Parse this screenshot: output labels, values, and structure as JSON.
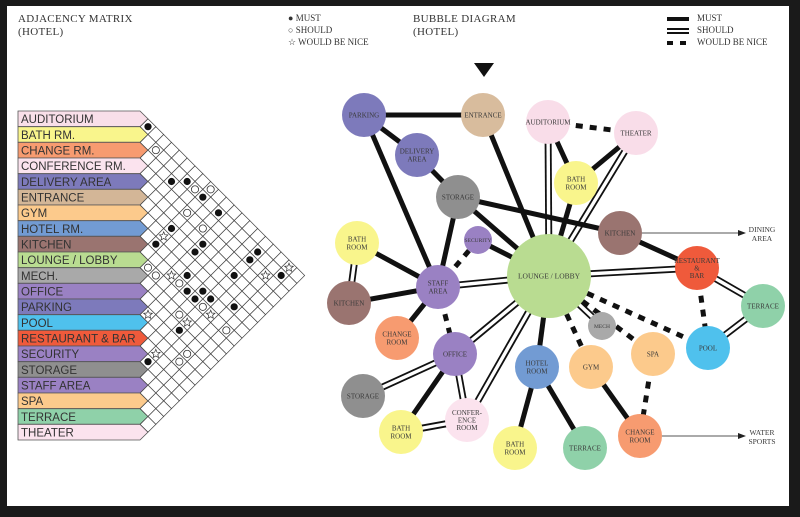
{
  "matrix_header": {
    "title": "ADJACENCY MATRIX",
    "subtitle": "(HOTEL)"
  },
  "matrix_legend": [
    {
      "symbol": "filled-circle",
      "label": "MUST"
    },
    {
      "symbol": "open-circle",
      "label": "SHOULD"
    },
    {
      "symbol": "star",
      "label": "WOULD BE NICE"
    }
  ],
  "bubble_header": {
    "title": "BUBBLE DIAGRAM",
    "subtitle": "(HOTEL)"
  },
  "bubble_legend": [
    {
      "symbol": "thick-line",
      "label": "MUST"
    },
    {
      "symbol": "double-line",
      "label": "SHOULD"
    },
    {
      "symbol": "dashed-line",
      "label": "WOULD BE NICE"
    }
  ],
  "matrix": {
    "rows": [
      {
        "label": "AUDITORIUM",
        "color": "#f9dfe9"
      },
      {
        "label": "BATH RM.",
        "color": "#f9f58c"
      },
      {
        "label": "CHANGE RM.",
        "color": "#f79b70"
      },
      {
        "label": "CONFERENCE RM.",
        "color": "#fbe3ee"
      },
      {
        "label": "DELIVERY AREA",
        "color": "#7d7abb"
      },
      {
        "label": "ENTRANCE",
        "color": "#d3b697"
      },
      {
        "label": "GYM",
        "color": "#fcca8c"
      },
      {
        "label": "HOTEL RM.",
        "color": "#729bd3"
      },
      {
        "label": "KITCHEN",
        "color": "#9a7470"
      },
      {
        "label": "LOUNGE / LOBBY",
        "color": "#b9dc91"
      },
      {
        "label": "MECH.",
        "color": "#a9a9a9"
      },
      {
        "label": "OFFICE",
        "color": "#9a81c3"
      },
      {
        "label": "PARKING",
        "color": "#7d7abb"
      },
      {
        "label": "POOL",
        "color": "#4fc1ed"
      },
      {
        "label": "RESTAURANT & BAR",
        "color": "#ef5a3b"
      },
      {
        "label": "SECURITY",
        "color": "#9a81c3"
      },
      {
        "label": "STORAGE",
        "color": "#8f8f8f"
      },
      {
        "label": "STAFF AREA",
        "color": "#9a81c3"
      },
      {
        "label": "SPA",
        "color": "#fcca8c"
      },
      {
        "label": "TERRACE",
        "color": "#8fd1a9"
      },
      {
        "label": "THEATER",
        "color": "#fbe3ee"
      }
    ],
    "marks": [
      {
        "a": 0,
        "b": 1,
        "type": "must"
      },
      {
        "a": 1,
        "b": 3,
        "type": "should"
      },
      {
        "a": 2,
        "b": 6,
        "type": "must"
      },
      {
        "a": 1,
        "b": 7,
        "type": "must"
      },
      {
        "a": 1,
        "b": 8,
        "type": "should"
      },
      {
        "a": 0,
        "b": 9,
        "type": "should"
      },
      {
        "a": 1,
        "b": 9,
        "type": "must"
      },
      {
        "a": 3,
        "b": 9,
        "type": "should"
      },
      {
        "a": 1,
        "b": 11,
        "type": "must"
      },
      {
        "a": 5,
        "b": 9,
        "type": "must"
      },
      {
        "a": 3,
        "b": 11,
        "type": "should"
      },
      {
        "a": 6,
        "b": 9,
        "type": "nice"
      },
      {
        "a": 7,
        "b": 9,
        "type": "must"
      },
      {
        "a": 4,
        "b": 12,
        "type": "must"
      },
      {
        "a": 5,
        "b": 12,
        "type": "must"
      },
      {
        "a": 1,
        "b": 16,
        "type": "must"
      },
      {
        "a": 2,
        "b": 16,
        "type": "must"
      },
      {
        "a": 9,
        "b": 10,
        "type": "should"
      },
      {
        "a": 9,
        "b": 11,
        "type": "should"
      },
      {
        "a": 4,
        "b": 16,
        "type": "must"
      },
      {
        "a": 2,
        "b": 18,
        "type": "nice"
      },
      {
        "a": 0,
        "b": 19,
        "type": "nice"
      },
      {
        "a": 1,
        "b": 19,
        "type": "must"
      },
      {
        "a": 8,
        "b": 12,
        "type": "nice"
      },
      {
        "a": 7,
        "b": 13,
        "type": "must"
      },
      {
        "a": 8,
        "b": 13,
        "type": "should"
      },
      {
        "a": 8,
        "b": 14,
        "type": "must"
      },
      {
        "a": 7,
        "b": 15,
        "type": "must"
      },
      {
        "a": 8,
        "b": 15,
        "type": "must"
      },
      {
        "a": 7,
        "b": 16,
        "type": "must"
      },
      {
        "a": 6,
        "b": 18,
        "type": "must"
      },
      {
        "a": 8,
        "b": 16,
        "type": "should"
      },
      {
        "a": 12,
        "b": 13,
        "type": "nice"
      },
      {
        "a": 10,
        "b": 15,
        "type": "should"
      },
      {
        "a": 8,
        "b": 17,
        "type": "nice"
      },
      {
        "a": 10,
        "b": 16,
        "type": "nice"
      },
      {
        "a": 11,
        "b": 16,
        "type": "must"
      },
      {
        "a": 8,
        "b": 19,
        "type": "should"
      },
      {
        "a": 14,
        "b": 16,
        "type": "nice"
      },
      {
        "a": 12,
        "b": 18,
        "type": "should"
      },
      {
        "a": 15,
        "b": 16,
        "type": "must"
      },
      {
        "a": 13,
        "b": 18,
        "type": "should"
      }
    ]
  },
  "bubble": {
    "entry_marker": "entrance-arrow",
    "nodes": [
      {
        "id": "parking",
        "label": "PARKING",
        "color": "#7d7abb"
      },
      {
        "id": "entrance",
        "label": "ENTRANCE",
        "color": "#d8bc9d"
      },
      {
        "id": "auditorium",
        "label": "AUDITORIUM",
        "color": "#f9dde9"
      },
      {
        "id": "theater",
        "label": "THEATER",
        "color": "#f9dde9"
      },
      {
        "id": "delivery",
        "label": "DELIVERY\nAREA",
        "color": "#7d7abb"
      },
      {
        "id": "bath_top",
        "label": "BATH\nROOM",
        "color": "#f9f58c"
      },
      {
        "id": "storage_top",
        "label": "STORAGE",
        "color": "#8f8f8f"
      },
      {
        "id": "kitchen_right",
        "label": "KITCHEN",
        "color": "#9a7470"
      },
      {
        "id": "security",
        "label": "SECURITY",
        "color": "#9a81c3"
      },
      {
        "id": "lounge",
        "label": "LOUNGE / LOBBY",
        "color": "#b9dc91"
      },
      {
        "id": "bath_left",
        "label": "BATH\nROOM",
        "color": "#f9f58c"
      },
      {
        "id": "staff",
        "label": "STAFF\nAREA",
        "color": "#9a81c3"
      },
      {
        "id": "kitchen_left",
        "label": "KITCHEN",
        "color": "#9a7470"
      },
      {
        "id": "restaurant",
        "label": "RESTAURANT\n&\nBAR",
        "color": "#ef5a3b"
      },
      {
        "id": "terrace_right",
        "label": "TERRACE",
        "color": "#8fd1a9"
      },
      {
        "id": "change_left",
        "label": "CHANGE\nROOM",
        "color": "#f79b70"
      },
      {
        "id": "mech",
        "label": "MECH",
        "color": "#a9a9a9"
      },
      {
        "id": "office",
        "label": "OFFICE",
        "color": "#9a81c3"
      },
      {
        "id": "hotel",
        "label": "HOTEL\nROOM",
        "color": "#729bd3"
      },
      {
        "id": "gym",
        "label": "GYM",
        "color": "#fcca8c"
      },
      {
        "id": "spa",
        "label": "SPA",
        "color": "#fcca8c"
      },
      {
        "id": "pool",
        "label": "POOL",
        "color": "#4fc1ed"
      },
      {
        "id": "storage_bottom",
        "label": "STORAGE",
        "color": "#8f8f8f"
      },
      {
        "id": "conference",
        "label": "CONFER-\nENCE\nROOM",
        "color": "#fbe3ee"
      },
      {
        "id": "bath_bl",
        "label": "BATH\nROOM",
        "color": "#f9f58c"
      },
      {
        "id": "bath_bottom",
        "label": "BATH\nROOM",
        "color": "#f9f58c"
      },
      {
        "id": "terrace_bottom",
        "label": "TERRACE",
        "color": "#8fd1a9"
      },
      {
        "id": "change_right",
        "label": "CHANGE\nROOM",
        "color": "#f79b70"
      }
    ],
    "edges": [
      {
        "from": "parking",
        "to": "entrance",
        "type": "must"
      },
      {
        "from": "parking",
        "to": "delivery",
        "type": "must"
      },
      {
        "from": "parking",
        "to": "staff",
        "type": "must"
      },
      {
        "from": "delivery",
        "to": "storage_top",
        "type": "must"
      },
      {
        "from": "entrance",
        "to": "lounge",
        "type": "must"
      },
      {
        "from": "storage_top",
        "to": "kitchen_right",
        "type": "must"
      },
      {
        "from": "storage_top",
        "to": "lounge",
        "type": "must"
      },
      {
        "from": "storage_top",
        "to": "staff",
        "type": "must"
      },
      {
        "from": "auditorium",
        "to": "bath_top",
        "type": "must"
      },
      {
        "from": "theater",
        "to": "bath_top",
        "type": "must"
      },
      {
        "from": "bath_top",
        "to": "lounge",
        "type": "must"
      },
      {
        "from": "security",
        "to": "lounge",
        "type": "must"
      },
      {
        "from": "kitchen_right",
        "to": "restaurant",
        "type": "must"
      },
      {
        "from": "bath_left",
        "to": "staff",
        "type": "must"
      },
      {
        "from": "kitchen_left",
        "to": "staff",
        "type": "must"
      },
      {
        "from": "staff",
        "to": "change_left",
        "type": "must"
      },
      {
        "from": "lounge",
        "to": "hotel",
        "type": "must"
      },
      {
        "from": "office",
        "to": "bath_bl",
        "type": "must"
      },
      {
        "from": "hotel",
        "to": "bath_bottom",
        "type": "must"
      },
      {
        "from": "hotel",
        "to": "terrace_bottom",
        "type": "must"
      },
      {
        "from": "gym",
        "to": "change_right",
        "type": "must"
      },
      {
        "from": "auditorium",
        "to": "lounge",
        "type": "should"
      },
      {
        "from": "theater",
        "to": "lounge",
        "type": "should"
      },
      {
        "from": "lounge",
        "to": "restaurant",
        "type": "should"
      },
      {
        "from": "restaurant",
        "to": "terrace_right",
        "type": "should"
      },
      {
        "from": "terrace_right",
        "to": "pool",
        "type": "should"
      },
      {
        "from": "bath_left",
        "to": "kitchen_left",
        "type": "should"
      },
      {
        "from": "staff",
        "to": "lounge",
        "type": "should"
      },
      {
        "from": "lounge",
        "to": "office",
        "type": "should"
      },
      {
        "from": "lounge",
        "to": "conference",
        "type": "should"
      },
      {
        "from": "office",
        "to": "storage_bottom",
        "type": "should"
      },
      {
        "from": "office",
        "to": "conference",
        "type": "should"
      },
      {
        "from": "conference",
        "to": "bath_bl",
        "type": "should"
      },
      {
        "from": "lounge",
        "to": "mech",
        "type": "should"
      },
      {
        "from": "auditorium",
        "to": "theater",
        "type": "nice"
      },
      {
        "from": "security",
        "to": "staff",
        "type": "nice"
      },
      {
        "from": "staff",
        "to": "office",
        "type": "nice"
      },
      {
        "from": "lounge",
        "to": "gym",
        "type": "nice"
      },
      {
        "from": "lounge",
        "to": "spa",
        "type": "nice"
      },
      {
        "from": "lounge",
        "to": "pool",
        "type": "nice"
      },
      {
        "from": "restaurant",
        "to": "pool",
        "type": "nice"
      },
      {
        "from": "spa",
        "to": "change_right",
        "type": "nice"
      }
    ],
    "external": [
      {
        "from": "kitchen_right",
        "label": "DINING\nAREA"
      },
      {
        "from": "change_right",
        "label": "WATER\nSPORTS"
      }
    ]
  }
}
